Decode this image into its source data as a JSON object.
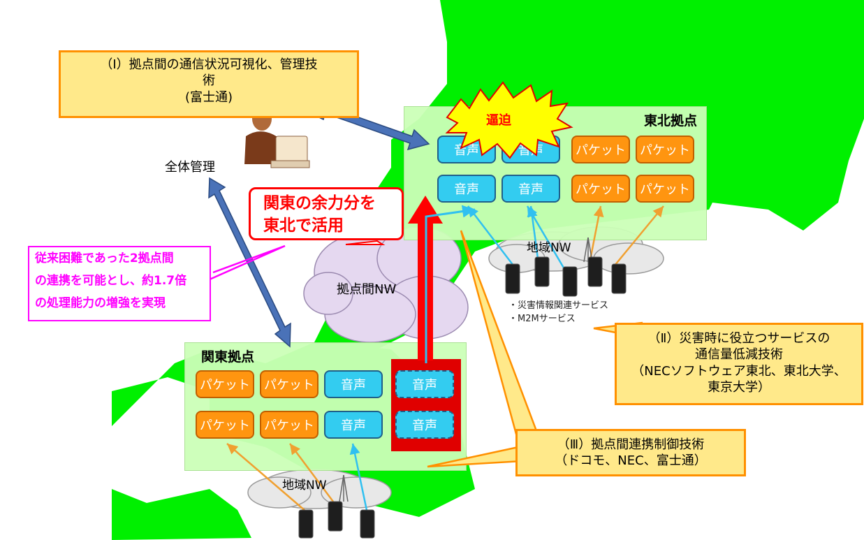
{
  "callout_1": {
    "line1": "（Ⅰ）拠点間の通信状況可視化、管理技",
    "line2": "術",
    "line3": "(富士通)"
  },
  "overall_management": "全体管理",
  "tohoku_base": {
    "title": "東北拠点",
    "congestion": "逼迫",
    "boxes": [
      "音声",
      "音声",
      "パケット",
      "パケット",
      "音声",
      "音声",
      "パケット",
      "パケット"
    ]
  },
  "kanto_base": {
    "title": "関東拠点",
    "boxes": [
      "パケット",
      "パケット",
      "音声",
      "音声",
      "パケット",
      "パケット",
      "音声",
      "音声"
    ]
  },
  "red_callout": {
    "line1": "関東の余力分を",
    "line2": "東北で活用"
  },
  "inter_base_nw": "拠点間NW",
  "regional_nw": "地域NW",
  "magenta_note": {
    "line1": "従来困難であった2拠点間",
    "line2": "の連携を可能とし、約1.7倍",
    "line3": "の処理能力の増強を実現"
  },
  "services": {
    "line1": "・災害情報関連サービス",
    "line2": "・M2Mサービス"
  },
  "callout_2": {
    "line1": "（Ⅱ）災害時に役立つサービスの",
    "line2": "通信量低減技術",
    "line3": "（NECソフトウェア東北、東北大学、",
    "line4": "東京大学）"
  },
  "callout_3": {
    "line1": "（Ⅲ）拠点間連携制御技術",
    "line2": "（ドコモ、NEC、富士通）"
  },
  "colors": {
    "land": "#00f000",
    "panel": "#ccffb8",
    "voice": "#33ccf0",
    "packet": "#ff9510",
    "red_arrow": "#ff0000",
    "blue_arrow": "#4a72b8",
    "callout_border": "#ff9000",
    "callout_fill": "#ffe98a",
    "magenta": "#ff00ff"
  }
}
